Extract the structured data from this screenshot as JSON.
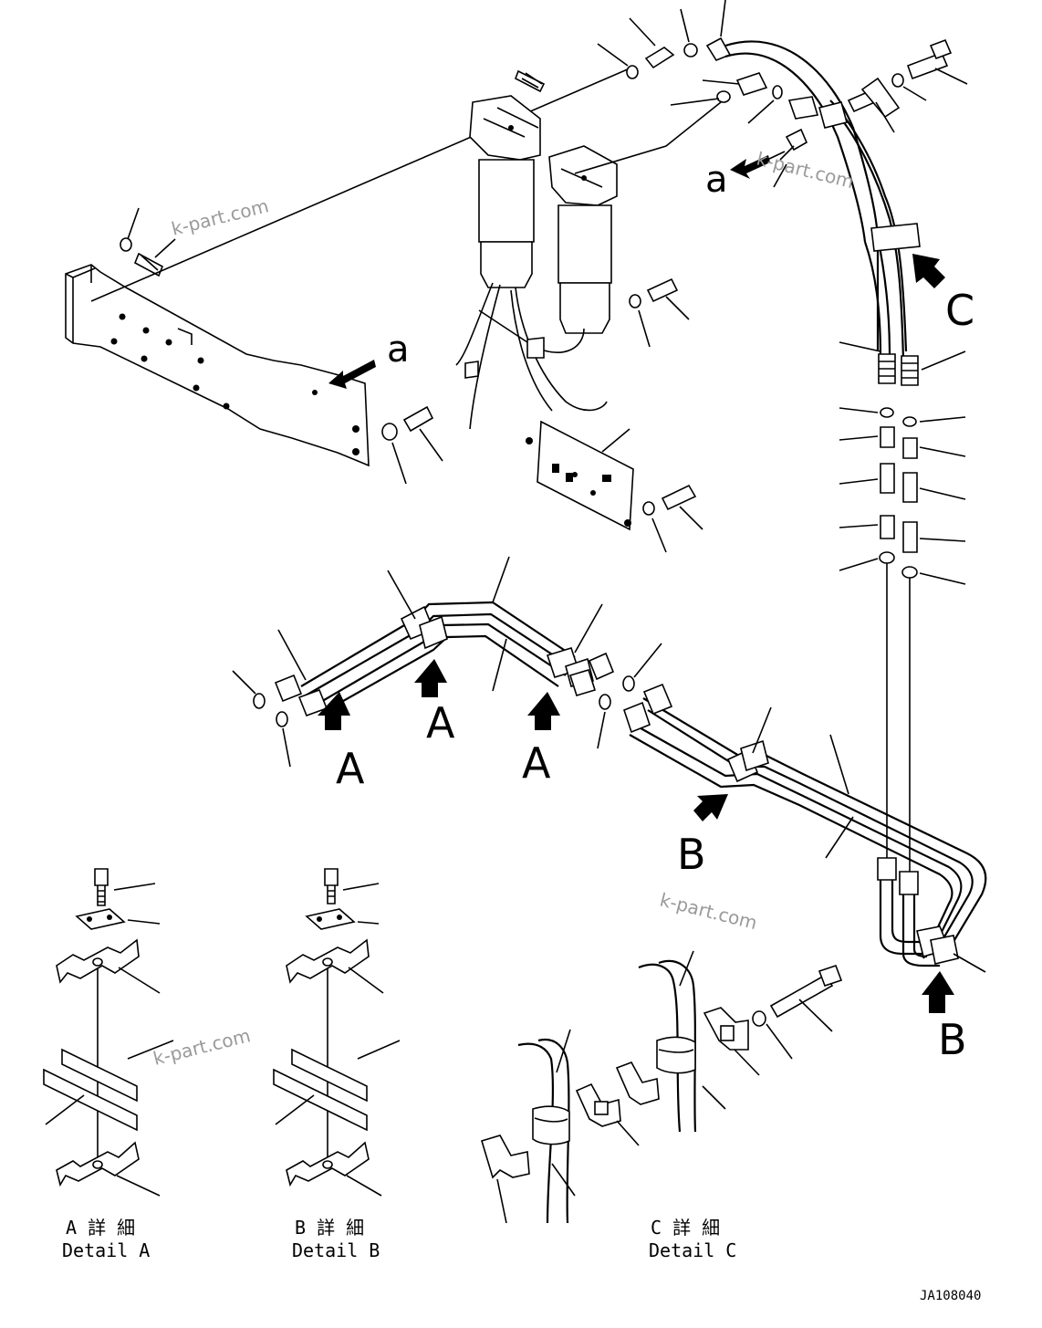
{
  "watermarks": [
    "k-part.com",
    "k-part.com",
    "k-part.com",
    "k-part.com"
  ],
  "labels": {
    "a_top": "a",
    "a_mid": "a",
    "A1": "A",
    "A2": "A",
    "A3": "A",
    "B1": "B",
    "B2": "B",
    "C1": "C"
  },
  "details": {
    "a_jp": "A 詳 細",
    "a_en": "Detail A",
    "b_jp": "B 詳 細",
    "b_en": "Detail B",
    "c_jp": "C 詳 細",
    "c_en": "Detail C"
  },
  "drawing_number": "JA108040"
}
